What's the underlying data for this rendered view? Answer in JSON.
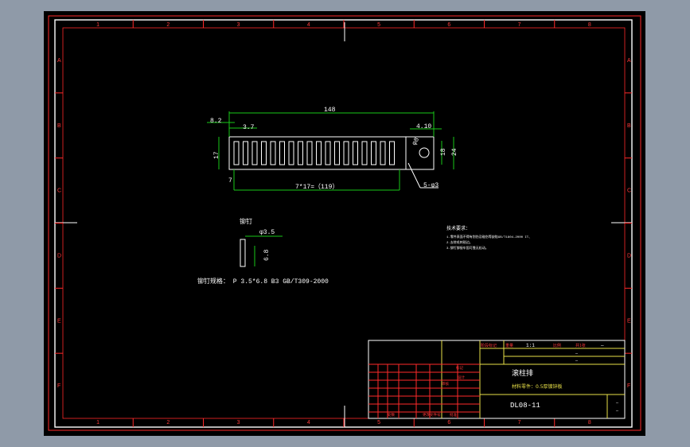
{
  "border": {
    "columns": [
      "1",
      "2",
      "3",
      "4",
      "5",
      "6",
      "7",
      "8"
    ],
    "rows": [
      "A",
      "B",
      "C",
      "D",
      "E",
      "F"
    ]
  },
  "dimensions": {
    "overall_length": "148",
    "left_offset": "8.2",
    "slot_offset": "3.7",
    "right_detail": "4.10",
    "height_left": "17",
    "height_right_inner": "18",
    "height_right_outer": "24",
    "slot_width": "7",
    "pitch": "7*17=（119）",
    "hole_callout": "5-φ3",
    "hole_dia": "φ8"
  },
  "rivet_detail": {
    "title": "铆钉",
    "diameter": "φ3.5",
    "length": "6.8",
    "spec": "铆钉规格：  P 3.5*6.8  B3  GB/T309-2000"
  },
  "notes": {
    "title": "技术要求：",
    "lines": [
      "1.零件表面不得有划伤及碰伤等缺陷GB/T1804-2000 IT、",
      "2.去除毛刺锐边。",
      "3.铆钉铆接牢固可靠无松动。"
    ]
  },
  "title_block": {
    "part_name": "滚柱排",
    "material": "材料零件：0.5厚镀锌板",
    "drawing_no": "DL08-11",
    "scale_label": "比例",
    "scale_value": "1:1",
    "sheet_label": "共1张",
    "sheet_value": "第1张",
    "dash": "—",
    "labels_left": [
      "标记",
      "处数",
      "分区",
      "更改文件号",
      "签名",
      "年月日"
    ],
    "labels_mid": [
      "设计",
      "审核",
      "工艺",
      "批准"
    ],
    "labels_right": [
      "阶段标记",
      "重量",
      "比例"
    ]
  },
  "colors": {
    "frame": "#ff2a2a",
    "geometry": "#ffffff",
    "dimension": "#19c819",
    "table": "#e8e048",
    "background_outer": "#8f9aa8"
  }
}
